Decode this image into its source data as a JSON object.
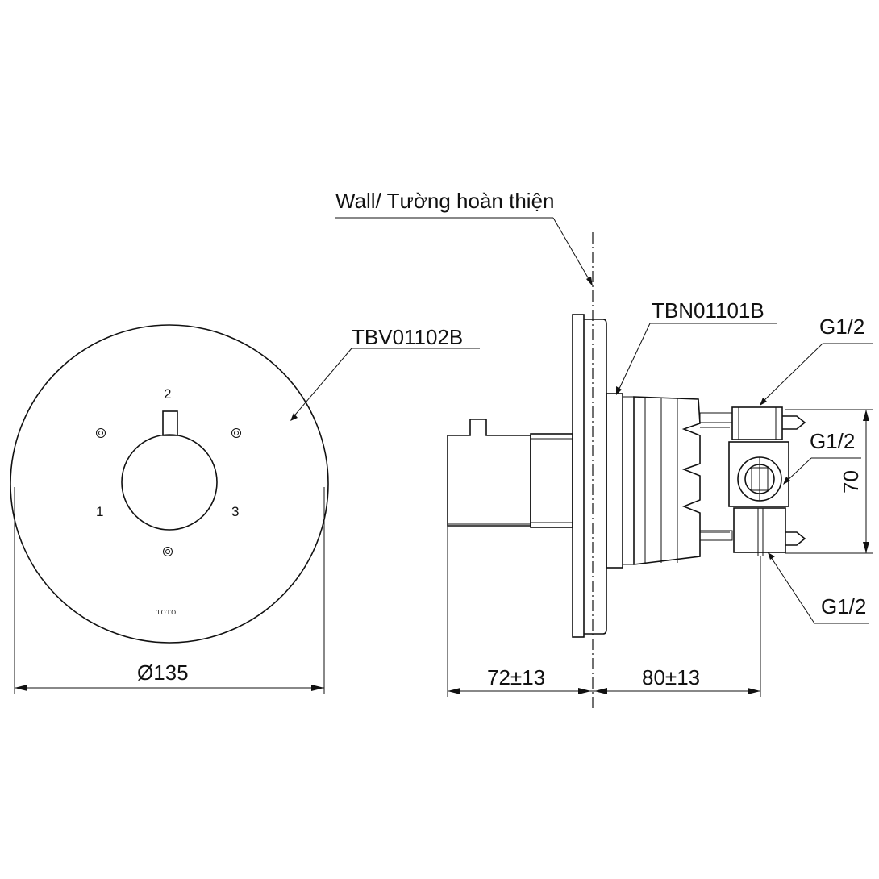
{
  "labels": {
    "wall": "Wall/ Tường hoàn thiện",
    "trim_model": "TBV01102B",
    "body_model": "TBN01101B",
    "port_top": "G1/2",
    "port_mid": "G1/2",
    "port_bottom": "G1/2",
    "brand_mark": "TOTO"
  },
  "dimensions": {
    "diameter": "Ø135",
    "trim_projection": "72±13",
    "body_depth": "80±13",
    "port_spacing": "70"
  },
  "dial_positions": [
    "1",
    "2",
    "3"
  ]
}
